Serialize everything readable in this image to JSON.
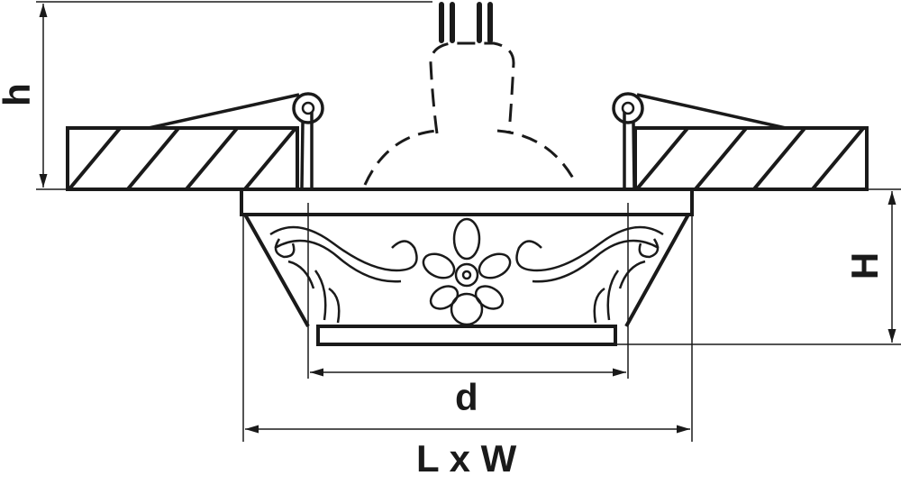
{
  "drawing": {
    "labels": {
      "cutout_depth": "h",
      "fixture_height": "H",
      "diameter": "d",
      "length_width": "L x W"
    },
    "line_color": "#1a1a1a"
  }
}
